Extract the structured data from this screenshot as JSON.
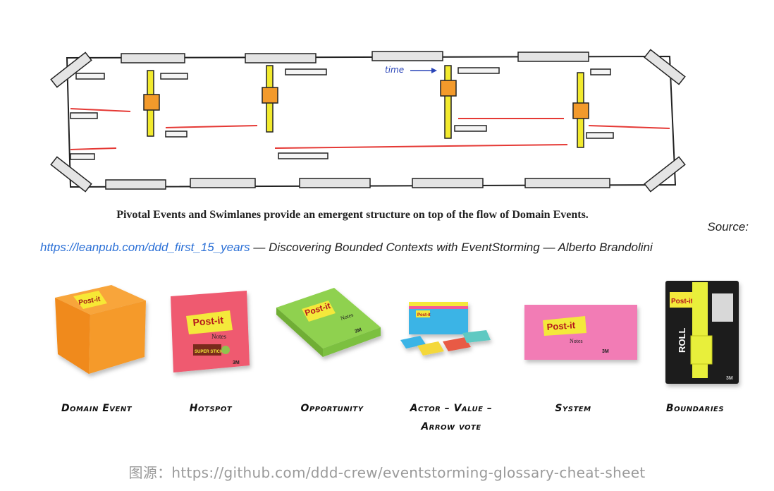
{
  "diagram": {
    "time_label": "time",
    "caption": "Pivotal Events and Swimlanes provide an emergent structure on top of the flow of Domain Events."
  },
  "source": {
    "label": "Source:",
    "link_text": "https://leanpub.com/ddd_first_15_years",
    "rest_text": " — Discovering Bounded Contexts with EventStorming — Alberto Brandolini"
  },
  "notes": [
    {
      "label": "Domain Event",
      "color": "#f7941d"
    },
    {
      "label": "Hotspot",
      "color": "#f25a7a"
    },
    {
      "label": "Opportunity",
      "color": "#8fd14f"
    },
    {
      "label": "Actor – Value – Arrow vote",
      "color": "#3ab4e6"
    },
    {
      "label": "System",
      "color": "#f27bb5"
    },
    {
      "label": "Boundaries",
      "color": "#e8ef3a"
    }
  ],
  "brand": {
    "postit": "Post-it",
    "notes_word": "Notes",
    "mmm": "3M",
    "roll": "ROLL",
    "super_sticky": "SUPER STICKY"
  },
  "footer": {
    "text": "图源：https://github.com/ddd-crew/eventstorming-glossary-cheat-sheet"
  }
}
